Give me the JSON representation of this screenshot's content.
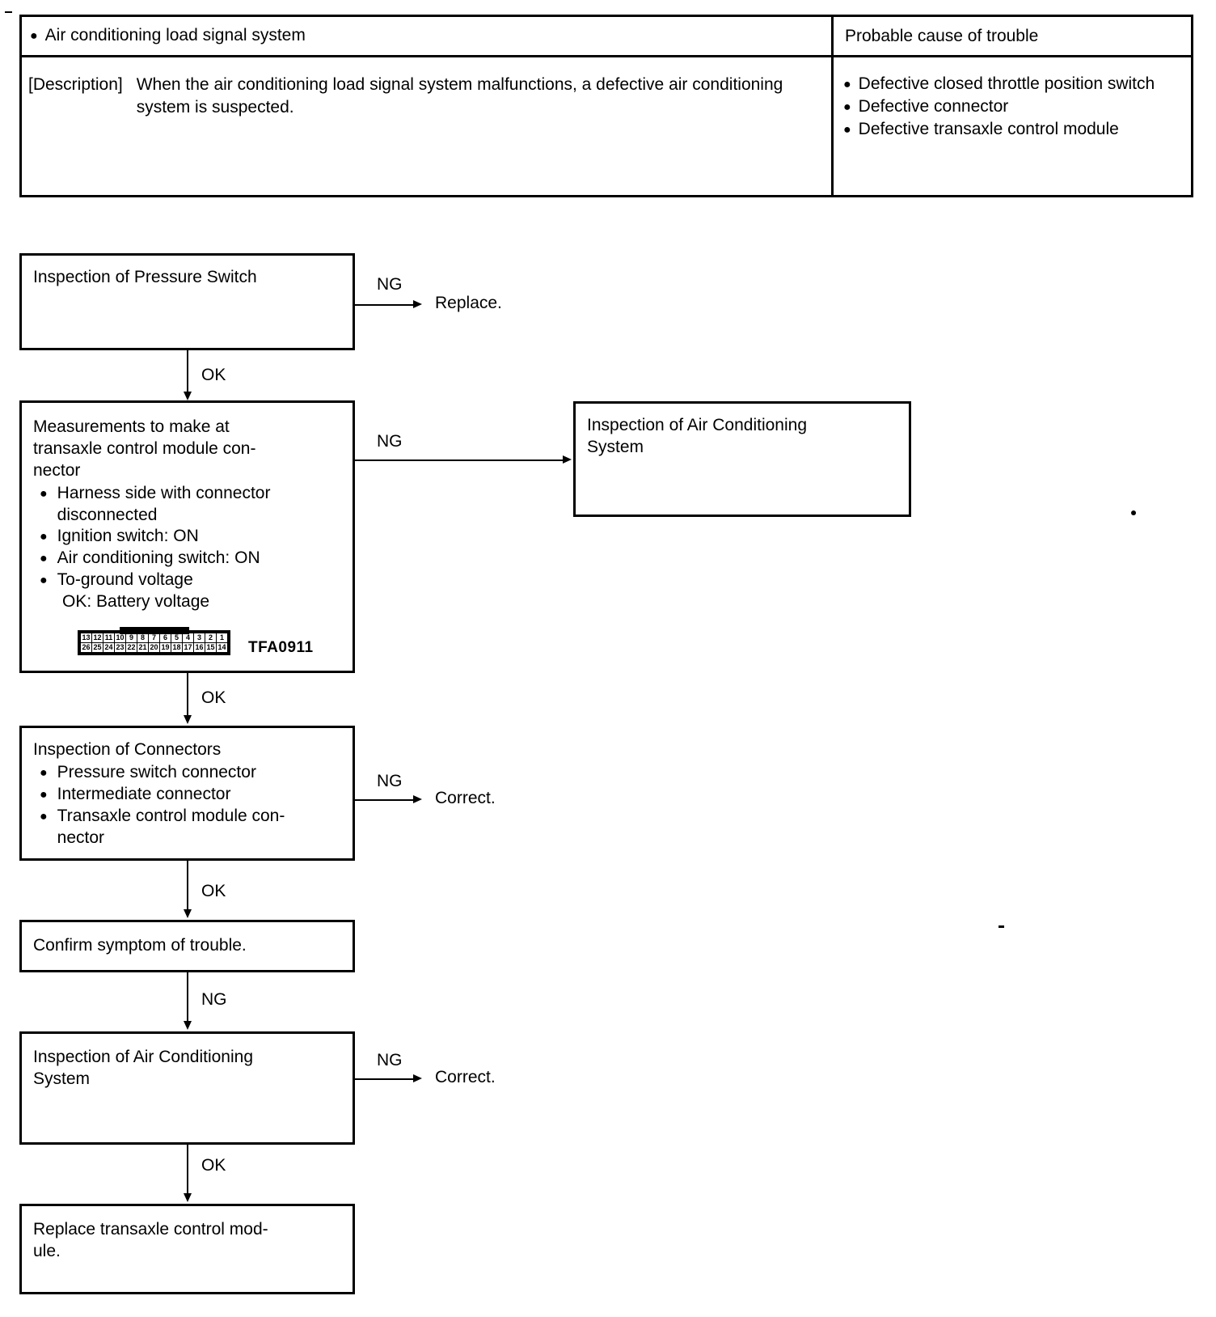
{
  "header_table": {
    "system_title": "Air conditioning load signal system",
    "probable_cause_header": "Probable cause of trouble",
    "description_label": "[Description]",
    "description_text": "When the air conditioning load signal system malfunctions, a defective air conditioning system is suspected.",
    "causes": [
      "Defective closed throttle position switch",
      "Defective connector",
      "Defective transaxle control module"
    ]
  },
  "flowchart": {
    "box1": {
      "title": "Inspection of Pressure Switch"
    },
    "box1_branch": {
      "label": "NG",
      "result": "Replace."
    },
    "link1": {
      "label": "OK"
    },
    "box2": {
      "title": "Measurements to make at\ntransaxle control module con-\nnector",
      "bullets": [
        "Harness side with connector\ndisconnected",
        "Ignition switch: ON",
        "Air conditioning switch: ON",
        "To-ground voltage"
      ],
      "subline": "OK: Battery voltage",
      "connector_code": "TFA0911",
      "connector_pins_top": [
        "13",
        "12",
        "11",
        "10",
        "9",
        "8",
        "7",
        "6",
        "5",
        "4",
        "3",
        "2",
        "1"
      ],
      "connector_pins_bottom": [
        "26",
        "25",
        "24",
        "23",
        "22",
        "21",
        "20",
        "19",
        "18",
        "17",
        "16",
        "15",
        "14"
      ]
    },
    "box2_branch": {
      "label": "NG"
    },
    "box_ac_right": {
      "title": "Inspection of Air Conditioning\nSystem"
    },
    "link2": {
      "label": "OK"
    },
    "box3": {
      "title": "Inspection of Connectors",
      "bullets": [
        "Pressure switch connector",
        "Intermediate connector",
        "Transaxle control module con-\nnector"
      ]
    },
    "box3_branch": {
      "label": "NG",
      "result": "Correct."
    },
    "link3": {
      "label": "OK"
    },
    "box4": {
      "title": "Confirm symptom of trouble."
    },
    "link4": {
      "label": "NG"
    },
    "box5": {
      "title": "Inspection of Air Conditioning\nSystem"
    },
    "box5_branch": {
      "label": "NG",
      "result": "Correct."
    },
    "link5": {
      "label": "OK"
    },
    "box6": {
      "title": "Replace transaxle control mod-\nule."
    }
  },
  "colors": {
    "ink": "#000000",
    "paper": "#ffffff"
  }
}
